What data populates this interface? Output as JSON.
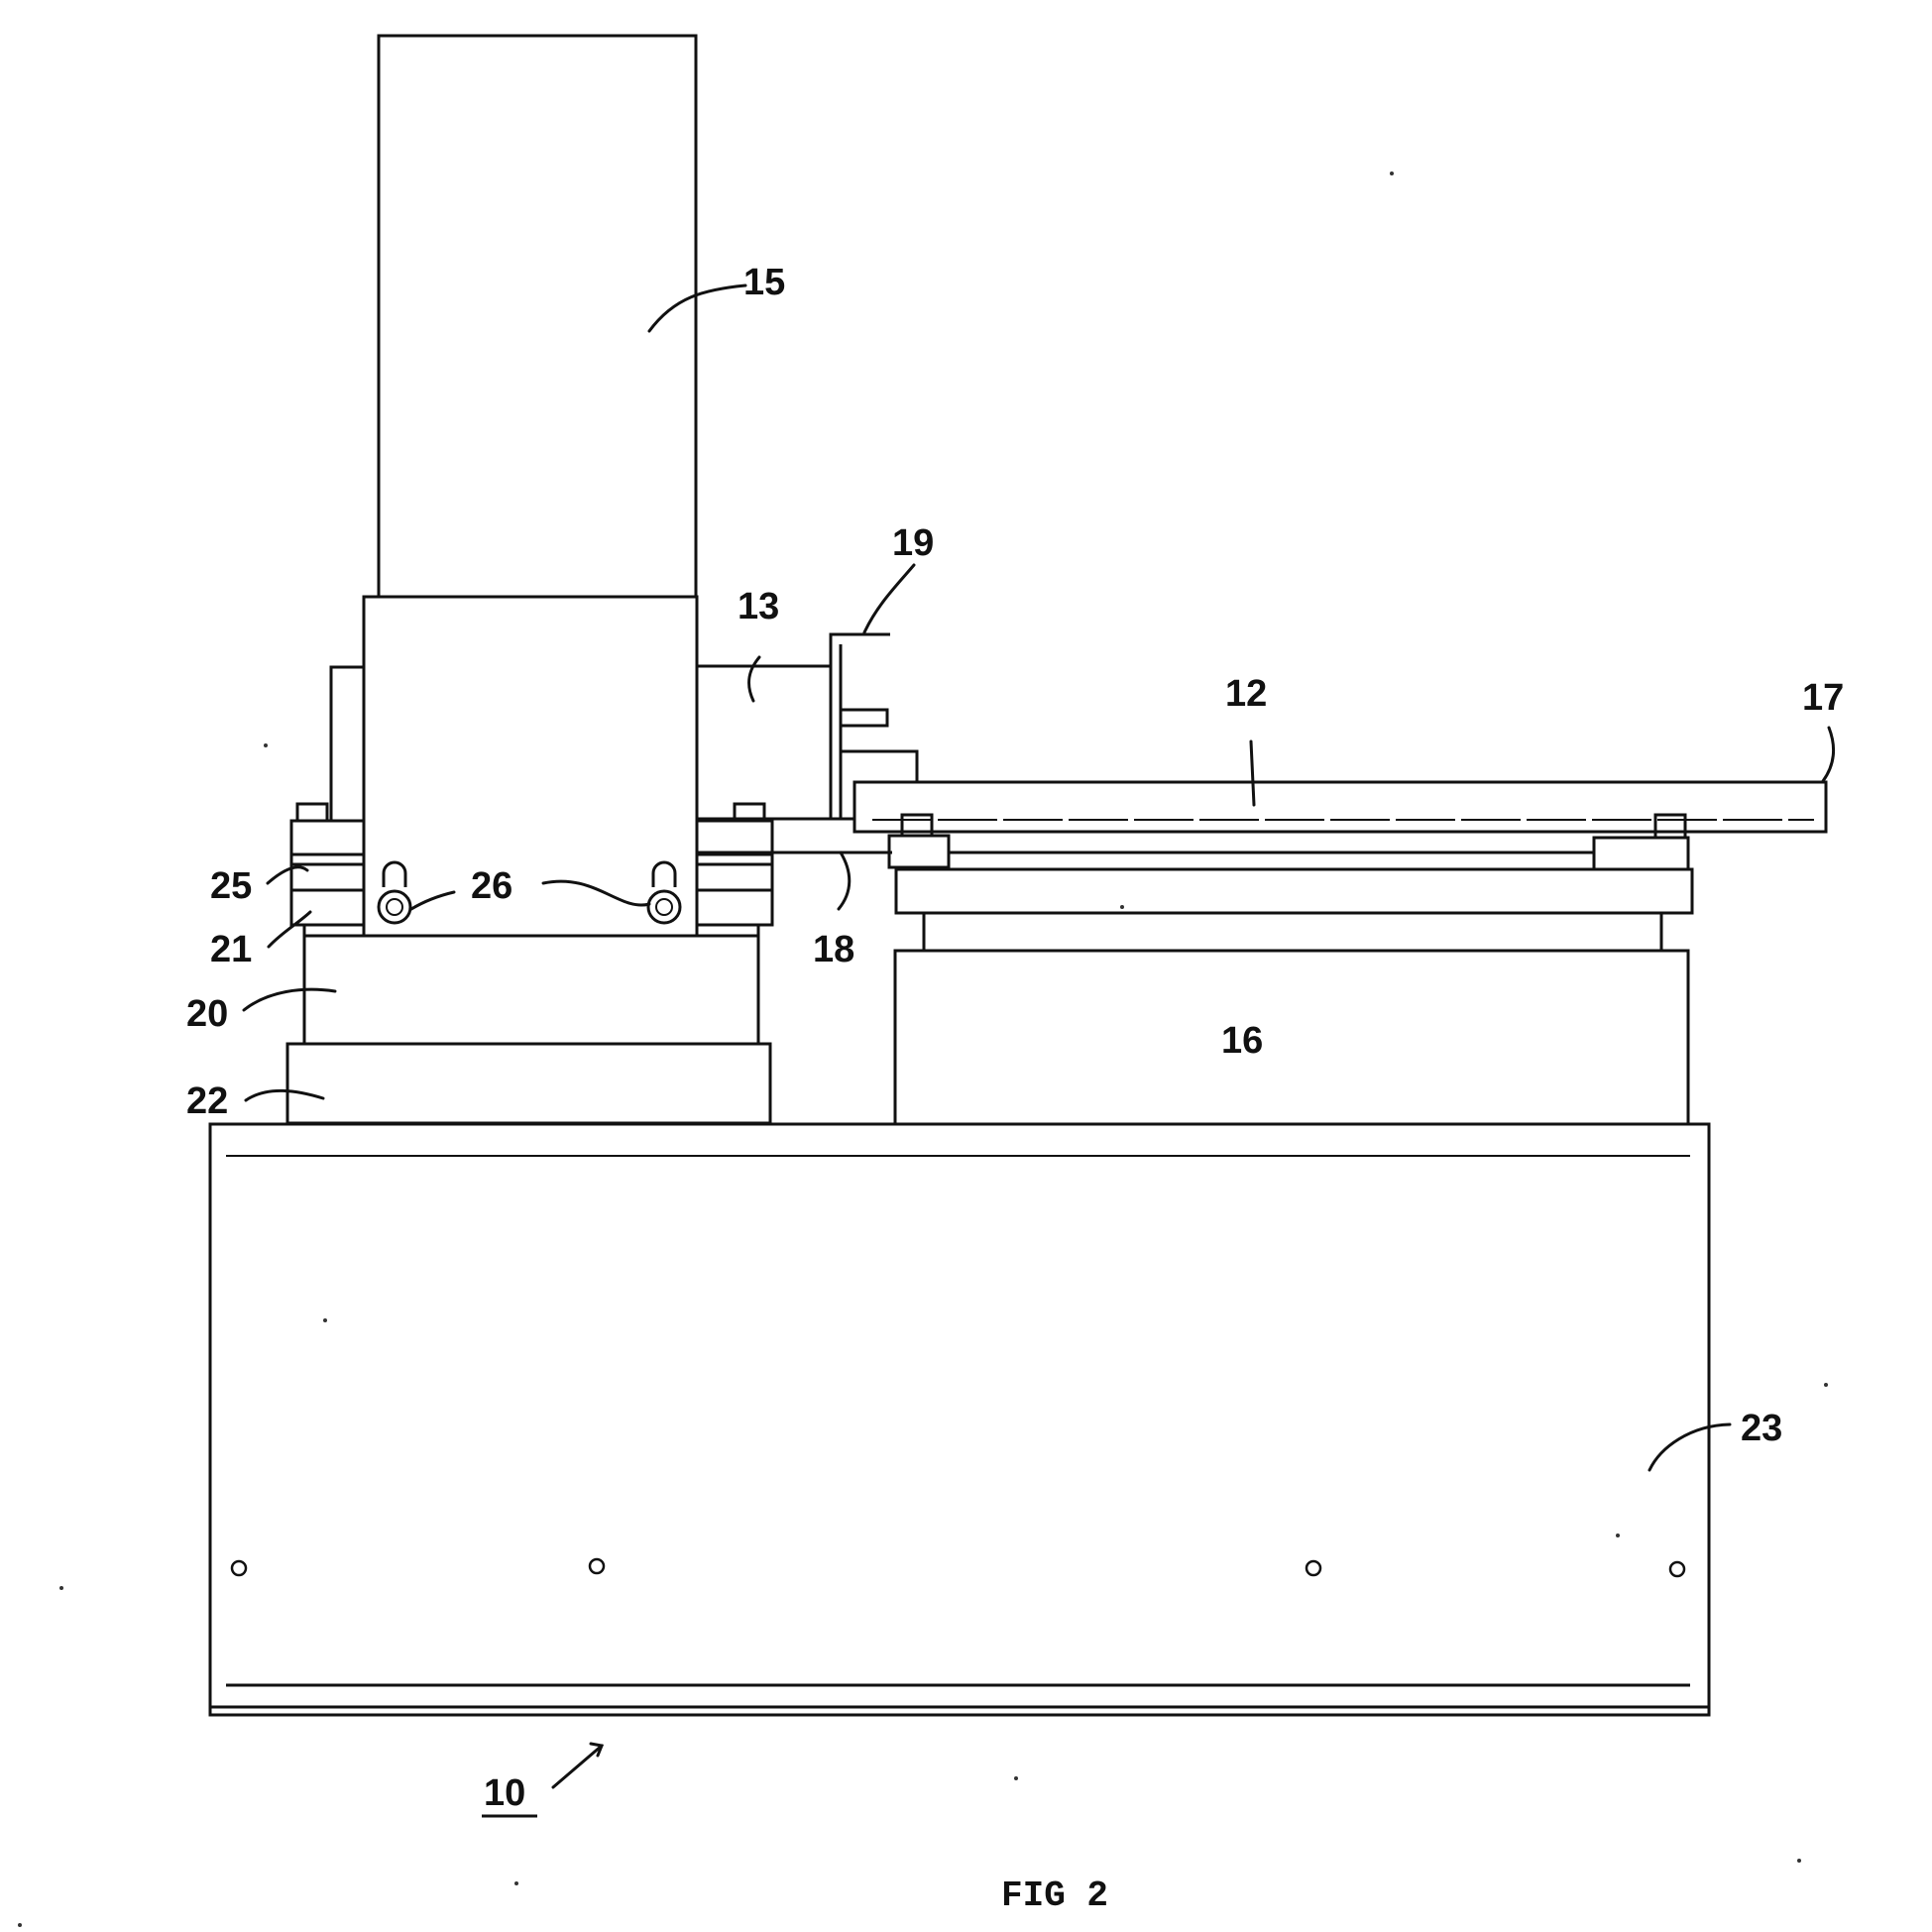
{
  "caption": "FIG 2",
  "labels": {
    "l10": "10",
    "l12": "12",
    "l13": "13",
    "l15": "15",
    "l16": "16",
    "l17": "17",
    "l18": "18",
    "l19": "19",
    "l20": "20",
    "l21": "21",
    "l22": "22",
    "l23": "23",
    "l25": "25",
    "l26": "26"
  }
}
